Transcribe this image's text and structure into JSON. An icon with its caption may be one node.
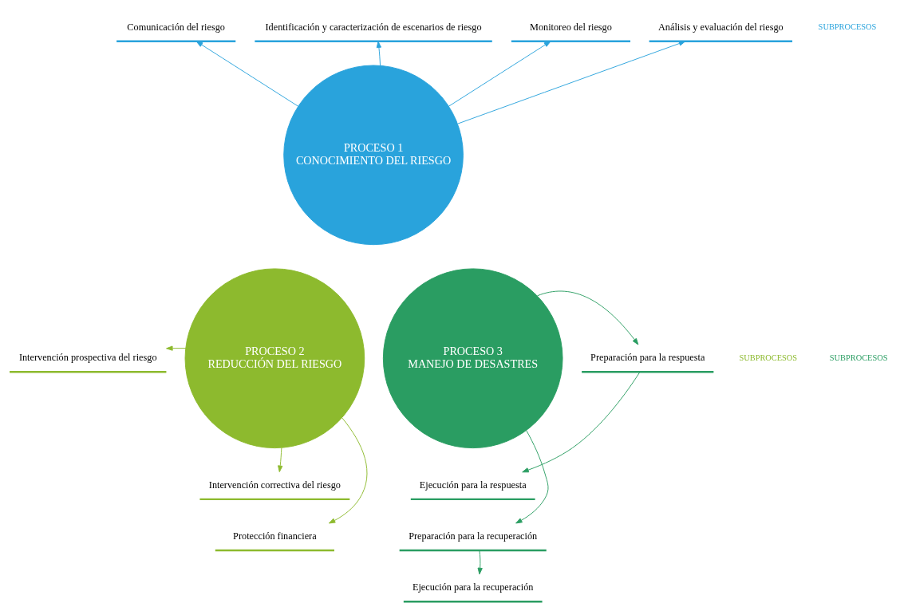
{
  "diagram": {
    "nodes": [
      {
        "text": [
          "Comunicación del riesgo"
        ]
      },
      {
        "text": [
          "Monitoreo del riesgo"
        ]
      },
      {
        "text": [
          "Identificación y caracterización de escenarios de riesgo"
        ]
      },
      {
        "text": [
          "Análisis y evaluación del riesgo"
        ]
      },
      {
        "text": [
          "PROCESO 1",
          "CONOCIMIENTO DEL RIESGO"
        ]
      },
      {
        "text": [
          "Preparación para la respuesta"
        ]
      },
      {
        "text": [
          "Intervención prospectiva del riesgo"
        ]
      },
      {
        "text": [
          "Ejecución para la respuesta"
        ]
      },
      {
        "text": [
          "PROCESO 2",
          "REDUCCIÓN DEL RIESGO"
        ]
      },
      {
        "text": [
          "PROCESO 3",
          "MANEJO DE DESASTRES"
        ]
      },
      {
        "text": [
          "Preparación para la recuperación"
        ]
      },
      {
        "text": [
          "Intervención correctiva del riesgo"
        ]
      },
      {
        "text": [
          "Ejecución para la recuperación"
        ]
      },
      {
        "text": [
          "Protección financiera"
        ]
      }
    ],
    "edges": [
      {
        "from": 4,
        "to": 2,
        "arrow": "to",
        "color": "#29a3dc"
      },
      {
        "from": 4,
        "to": 0,
        "arrow": "to",
        "color": "#29a3dc"
      },
      {
        "from": 4,
        "to": 1,
        "arrow": "to",
        "color": "#29a3dc"
      },
      {
        "from": 4,
        "to": 3,
        "arrow": "to",
        "color": "#29a3dc"
      },
      {
        "from": 8,
        "to": 6,
        "arrow": "to",
        "color": "#8dba2e"
      },
      {
        "from": 8,
        "to": 11,
        "arrow": "to",
        "color": "#8dba2e"
      },
      {
        "from": 8,
        "to": 13,
        "arrow": "to",
        "color": "#8dba2e"
      },
      {
        "from": 9,
        "to": 5,
        "arrow": "to",
        "color": "#2a9d62"
      },
      {
        "from": 5,
        "to": 7,
        "arrow": "to",
        "color": "#2a9d62"
      },
      {
        "from": 9,
        "to": 10,
        "arrow": "to",
        "color": "#2a9d62"
      },
      {
        "from": 10,
        "to": 12,
        "arrow": "to",
        "color": "#2a9d62"
      }
    ],
    "labels": [
      "SUBPROCESOS",
      "SUBPROCESOS",
      "SUBPROCESOS"
    ]
  }
}
